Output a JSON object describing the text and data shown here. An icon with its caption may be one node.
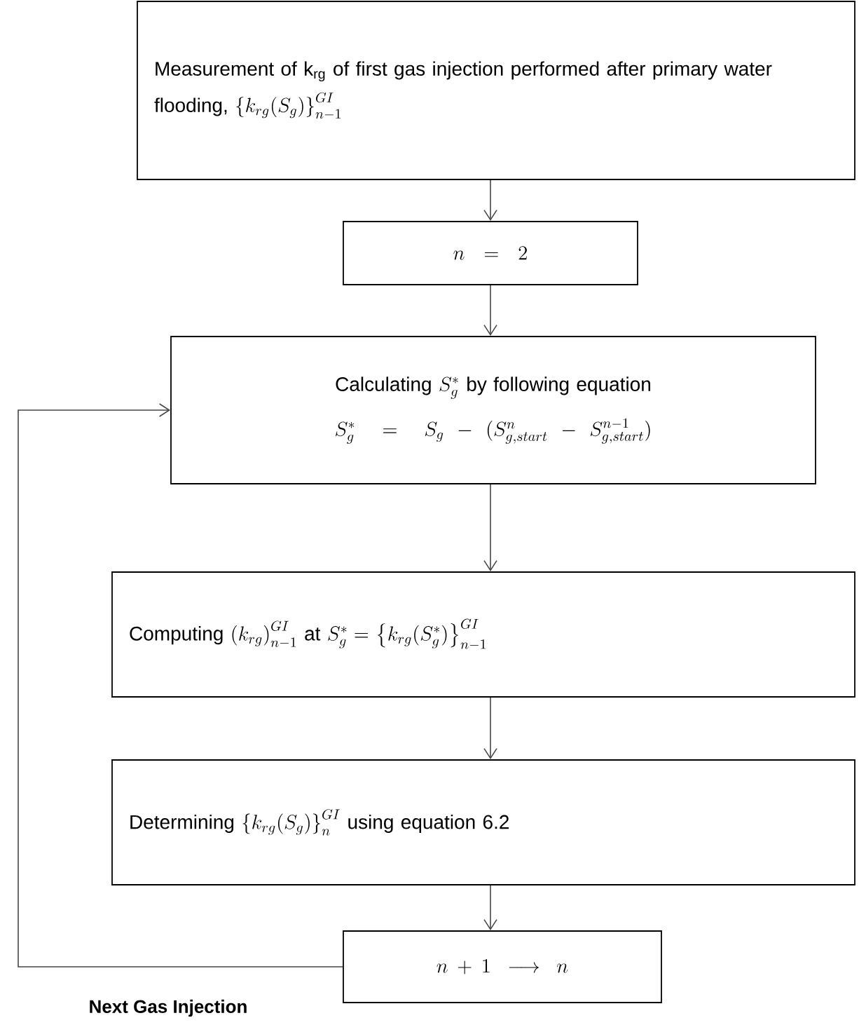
{
  "diagram": {
    "nodes": [
      {
        "text": [
          "Measurement of k$_{rg}$ of first gas injection performed after primary water flooding,",
          "\\left\\{k_{rg}(S_g)\\right\\}_{n-1}^{GI}"
        ]
      },
      {
        "text": [
          "n = 2"
        ]
      },
      {
        "text": [
          "Calculating",
          "S_g^{*}",
          "by following equation",
          "S_g^{*} = S_g - (S_{g,start}^{n} - S_{g,start}^{n-1})"
        ]
      },
      {
        "text": [
          "Computing",
          "\\left(k_{rg}\\right)_{n-1}^{GI}",
          "at",
          "S_g^{*} =",
          "\\left\\{k_{rg}(S_g^{*})\\right\\}_{n-1}^{GI}"
        ]
      },
      {
        "text": [
          "Determining",
          "\\left\\{k_{rg}(S_g)\\right\\}_{n}^{GI}",
          "using equation 6.2"
        ]
      },
      {
        "text": [
          "n + 1 \\longrightarrow n"
        ]
      }
    ],
    "edges": [
      {
        "from": 0,
        "to": 1,
        "arrow": "to"
      },
      {
        "from": 1,
        "to": 2,
        "arrow": "to"
      },
      {
        "from": 2,
        "to": 3,
        "arrow": "to"
      },
      {
        "from": 3,
        "to": 4,
        "arrow": "to"
      },
      {
        "from": 4,
        "to": 5,
        "arrow": "to"
      },
      {
        "from": 5,
        "to": 2,
        "arrow": "to",
        "label": "Next Gas Injection"
      }
    ]
  }
}
